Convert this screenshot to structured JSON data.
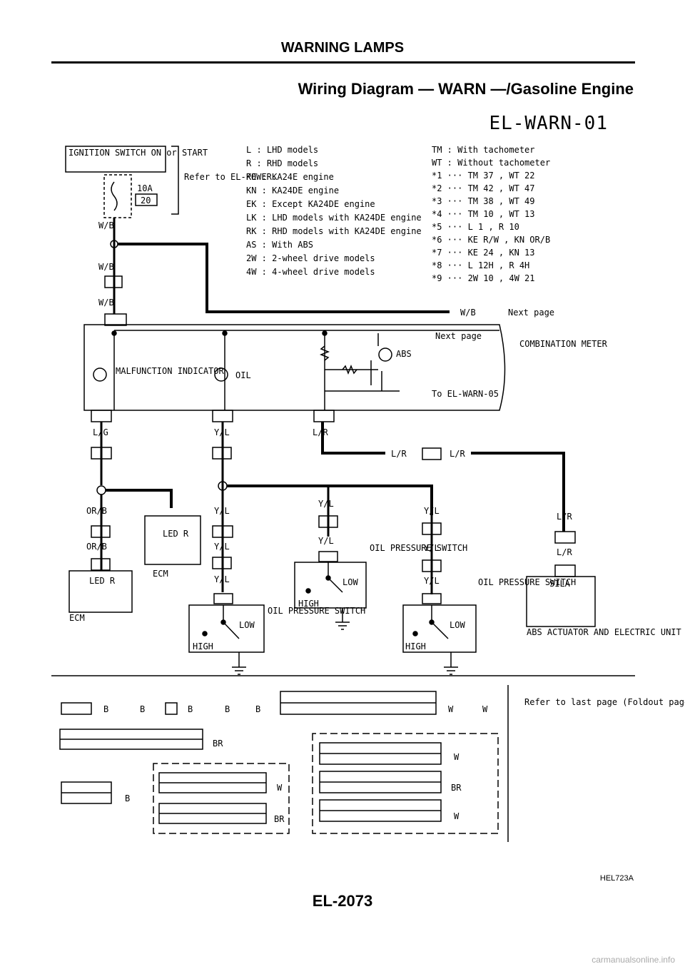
{
  "header": {
    "section": "WARNING LAMPS",
    "title": "Wiring Diagram — WARN —/Gasoline Engine",
    "code": "EL-WARN-01"
  },
  "footer": {
    "figure_id": "HEL723A",
    "page": "EL-2073",
    "watermark": "carmanualsonline.info"
  },
  "legend_left": [
    {
      "tag": "L",
      "text": ": LHD models"
    },
    {
      "tag": "R",
      "text": ": RHD models"
    },
    {
      "tag": "KE",
      "text": ": KA24E engine"
    },
    {
      "tag": "KN",
      "text": ": KA24DE engine"
    },
    {
      "tag": "EK",
      "text": ": Except KA24DE engine"
    },
    {
      "tag": "LK",
      "text": ": LHD models with KA24DE engine"
    },
    {
      "tag": "RK",
      "text": ": RHD models with KA24DE engine"
    },
    {
      "tag": "AS",
      "text": ": With ABS"
    },
    {
      "tag": "2W",
      "text": ": 2-wheel drive models"
    },
    {
      "tag": "4W",
      "text": ": 4-wheel drive models"
    }
  ],
  "legend_right": [
    {
      "tag": "TM",
      "text": ": With tachometer"
    },
    {
      "tag": "WT",
      "text": ": Without tachometer"
    },
    {
      "tag": "*1 ··· TM 37 , WT 22"
    },
    {
      "tag": "*2 ··· TM 42 , WT 47"
    },
    {
      "tag": "*3 ··· TM 38 , WT 49"
    },
    {
      "tag": "*4 ··· TM 10 , WT 13"
    },
    {
      "tag": "*5 ··· L 1 , R 10"
    },
    {
      "tag": "*6 ··· KE R/W , KN OR/B"
    },
    {
      "tag": "*7 ··· KE 24 , KN 13"
    },
    {
      "tag": "*8 ··· L 12H , R 4H"
    },
    {
      "tag": "*9 ··· 2W 10 , 4W 21"
    }
  ],
  "labels": {
    "ignition": "IGNITION SWITCH ON or START",
    "refer_power": "Refer to EL-POWER.",
    "fuse_amp": "10A",
    "fuse_no": "20",
    "wb": "W/B",
    "lg": "L/G",
    "yl": "Y/L",
    "lr": "L/R",
    "orb": "OR/B",
    "next_a": "Next page",
    "next_b": "Next page",
    "to_c": "To EL-WARN-05",
    "comb_meter": "COMBINATION METER",
    "mil": "MALFUNCTION INDICATOR",
    "oil": "OIL",
    "abs": "ABS",
    "oil_sw": "OIL PRESSURE SWITCH",
    "low": "LOW",
    "high": "HIGH",
    "led_r": "LED R",
    "ecm": "ECM",
    "sila": "SILA",
    "abs_unit": "ABS ACTUATOR AND ELECTRIC UNIT",
    "refer_last": "Refer to last page (Foldout page).",
    "b": "B",
    "w": "W",
    "br": "BR"
  }
}
